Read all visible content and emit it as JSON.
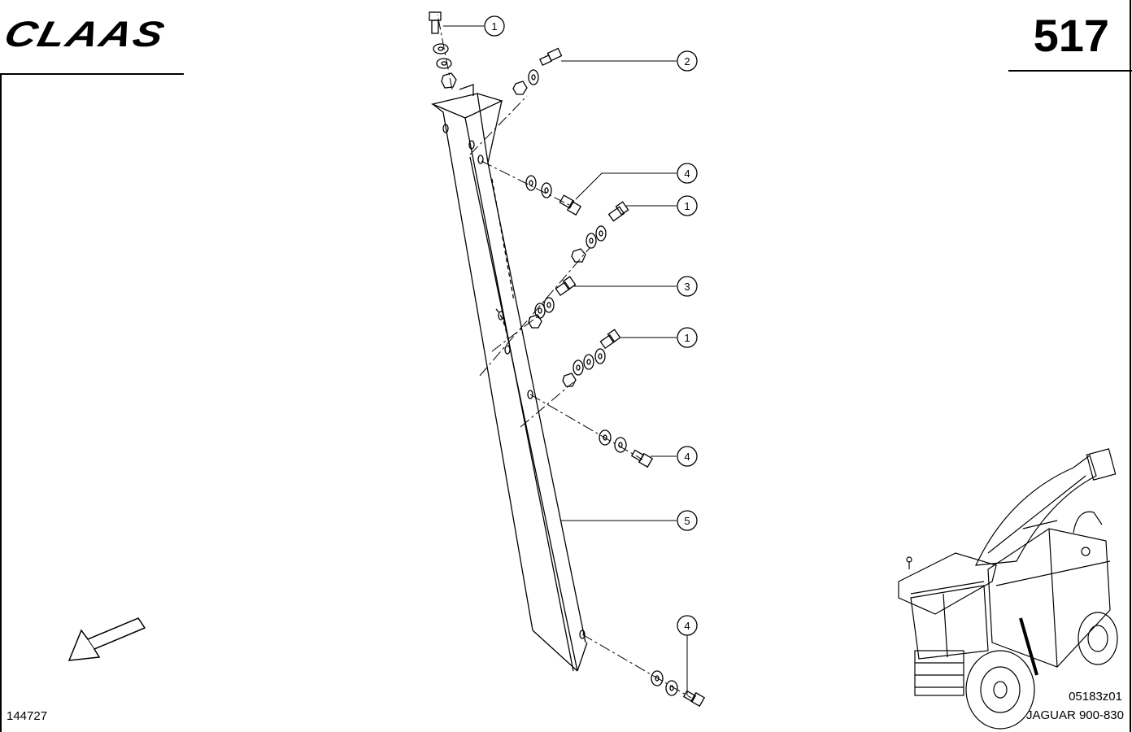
{
  "header": {
    "brand": "CLAAS",
    "page_number": "517"
  },
  "footer": {
    "drawing_number": "144727",
    "figure_code": "05183z01",
    "model": "JAGUAR 900-830"
  },
  "callouts": [
    {
      "id": "c1",
      "label": "1"
    },
    {
      "id": "c2",
      "label": "2"
    },
    {
      "id": "c3",
      "label": "4"
    },
    {
      "id": "c4",
      "label": "1"
    },
    {
      "id": "c5",
      "label": "3"
    },
    {
      "id": "c6",
      "label": "1"
    },
    {
      "id": "c7",
      "label": "4"
    },
    {
      "id": "c8",
      "label": "5"
    },
    {
      "id": "c9",
      "label": "4"
    }
  ],
  "icons": {
    "direction_arrow": "direction-arrow-icon",
    "machine_illustration": "forage-harvester-icon"
  }
}
